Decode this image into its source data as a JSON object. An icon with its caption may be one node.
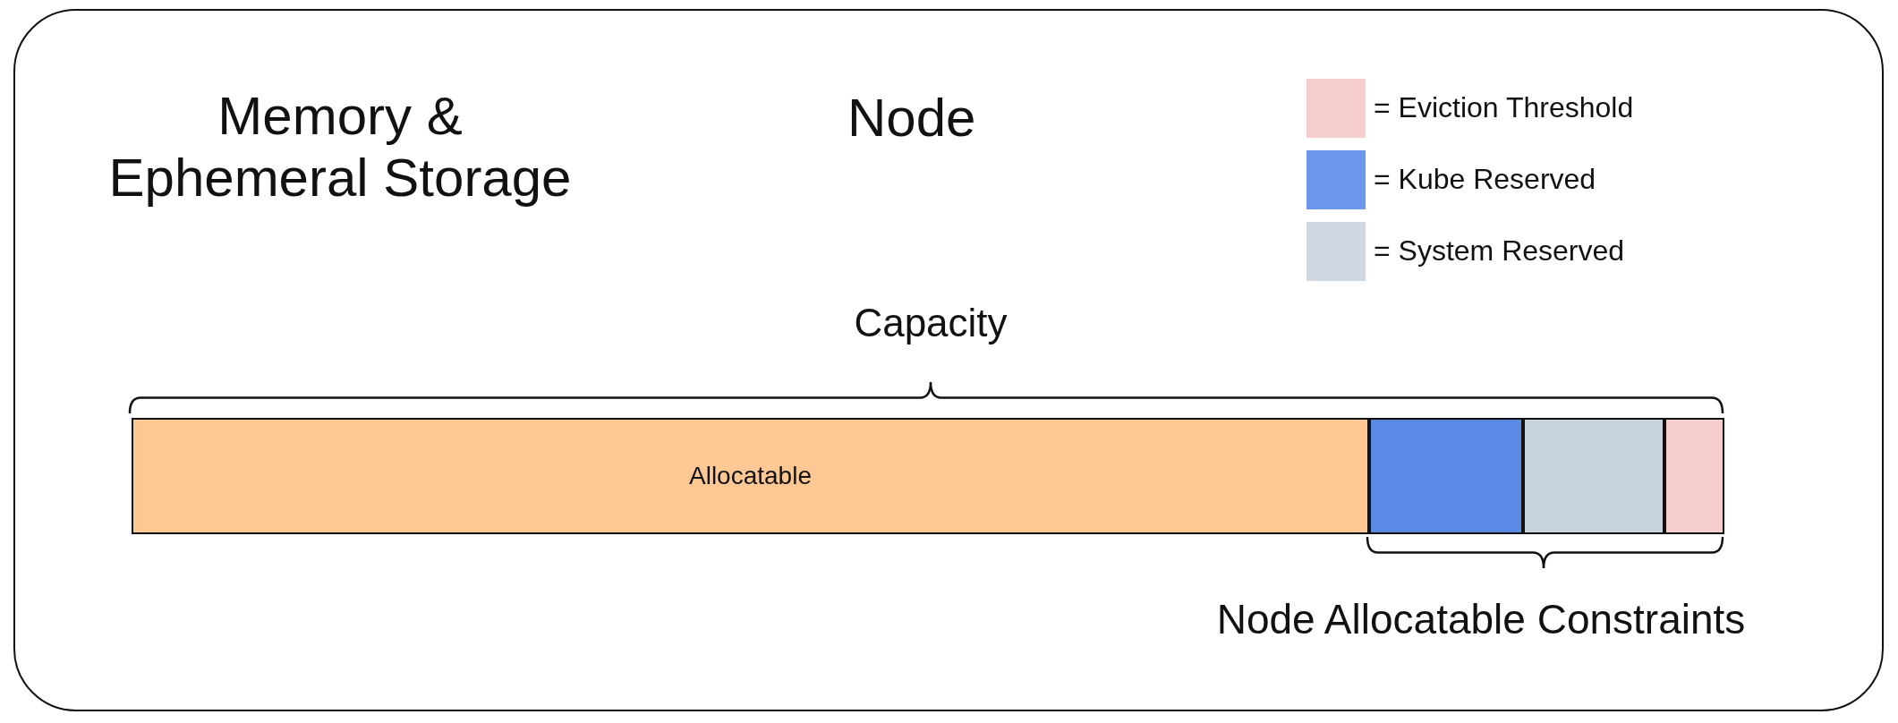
{
  "diagram": {
    "nodes": [
      {
        "text": [
          "Node"
        ]
      },
      {
        "text": [
          "Allocatable"
        ],
        "in": 0
      },
      {
        "text": [],
        "shape": "bar",
        "in": 0
      },
      {
        "text": [],
        "shape": "bar",
        "in": 0
      },
      {
        "text": [],
        "shape": "bar",
        "in": 0
      }
    ],
    "edges": [],
    "labels": [
      "Memory & Ephemeral Storage",
      "Capacity",
      "Node Allocatable Constraints"
    ],
    "legend": [
      {
        "text": "= Eviction Threshold",
        "color": "#f5cdcc"
      },
      {
        "text": "= Kube Reserved",
        "color": "#6d97ea"
      },
      {
        "text": "= System Reserved",
        "color": "#cfd8e1"
      }
    ]
  }
}
